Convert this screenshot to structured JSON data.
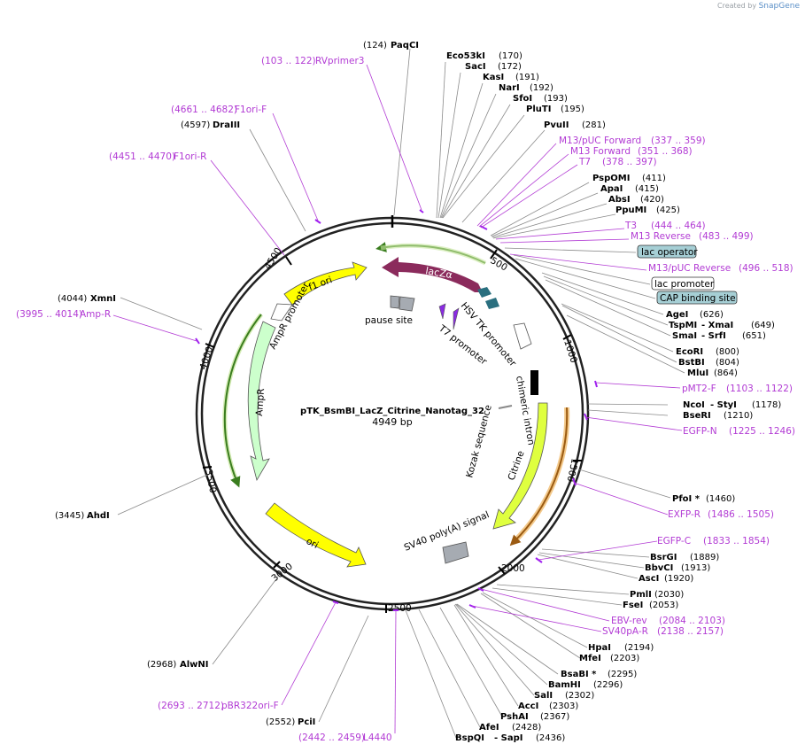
{
  "credit": {
    "prefix": "Created by",
    "brand": "SnapGene"
  },
  "plasmid": {
    "name": "pTK_BsmBI_LacZ_Citrine_Nanotag_32",
    "size": "4949 bp"
  },
  "ticks": [
    "500",
    "1000",
    "1500",
    "2000",
    "2500",
    "3000",
    "3500",
    "4000",
    "4500"
  ],
  "features": {
    "lacZa": "lacZα",
    "hsv_tk": "HSV TK promoter",
    "t7_promoter": "T7 promoter",
    "pause_site": "pause site",
    "chimeric_intron": "chimeric intron",
    "citrine": "Citrine",
    "kozak": "Kozak sequence",
    "sv40": "SV40 poly(A) signal",
    "ori": "ori",
    "ampr": "AmpR",
    "ampr_promoter": "AmpR promoter",
    "f1_ori": "f1 ori"
  },
  "boxed_features": [
    {
      "label": "lac operator",
      "color": "#a6cfd5"
    },
    {
      "label": "lac promoter",
      "color": "#ffffff"
    },
    {
      "label": "CAP binding site",
      "color": "#a6cfd5"
    }
  ],
  "right_labels": [
    {
      "pos": "(124)",
      "name": "PaqCI"
    },
    {
      "name": "Eco53kI",
      "pos": "(170)"
    },
    {
      "name": "SacI",
      "pos": "(172)"
    },
    {
      "name": "KasI",
      "pos": "(191)"
    },
    {
      "name": "NarI",
      "pos": "(192)"
    },
    {
      "name": "SfoI",
      "pos": "(193)"
    },
    {
      "name": "PluTI",
      "pos": "(195)"
    },
    {
      "name": "PvuII",
      "pos": "(281)"
    },
    {
      "name": "M13/pUC Forward",
      "pos": "(337 .. 359)",
      "primer": true
    },
    {
      "name": "M13 Forward",
      "pos": "(351 .. 368)",
      "primer": true
    },
    {
      "name": "T7",
      "pos": "(378 .. 397)",
      "primer": true
    },
    {
      "name": "PspOMI",
      "pos": "(411)"
    },
    {
      "name": "ApaI",
      "pos": "(415)"
    },
    {
      "name": "AbsI",
      "pos": "(420)"
    },
    {
      "name": "PpuMI",
      "pos": "(425)"
    },
    {
      "name": "T3",
      "pos": "(444 .. 464)",
      "primer": true
    },
    {
      "name": "M13 Reverse",
      "pos": "(483 .. 499)",
      "primer": true
    },
    {
      "name": "M13/pUC Reverse",
      "pos": "(496 .. 518)",
      "primer": true
    },
    {
      "name": "AgeI",
      "pos": "(626)"
    },
    {
      "name": "TspMI",
      "sep": "- XmaI",
      "pos": "(649)"
    },
    {
      "name": "SmaI",
      "sep": "- SrfI",
      "pos": "(651)"
    },
    {
      "name": "EcoRI",
      "pos": "(800)"
    },
    {
      "name": "BstBI",
      "pos": "(804)"
    },
    {
      "name": "MluI",
      "pos": "(864)"
    },
    {
      "name": "pMT2-F",
      "pos": "(1103 .. 1122)",
      "primer": true
    },
    {
      "name": "NcoI",
      "sep": "- StyI",
      "pos": "(1178)"
    },
    {
      "name": "BseRI",
      "pos": "(1210)"
    },
    {
      "name": "EGFP-N",
      "pos": "(1225 .. 1246)",
      "primer": true
    },
    {
      "name": "PfoI *",
      "pos": "(1460)"
    },
    {
      "name": "EXFP-R",
      "pos": "(1486 .. 1505)",
      "primer": true
    },
    {
      "name": "EGFP-C",
      "pos": "(1833 .. 1854)",
      "primer": true
    },
    {
      "name": "BsrGI",
      "pos": "(1889)"
    },
    {
      "name": "BbvCI",
      "pos": "(1913)"
    },
    {
      "name": "AscI",
      "pos": "(1920)"
    },
    {
      "name": "PmlI",
      "pos": "(2030)"
    },
    {
      "name": "FseI",
      "pos": "(2053)"
    },
    {
      "name": "EBV-rev",
      "pos": "(2084 .. 2103)",
      "primer": true
    },
    {
      "name": "SV40pA-R",
      "pos": "(2138 .. 2157)",
      "primer": true
    },
    {
      "name": "HpaI",
      "pos": "(2194)"
    },
    {
      "name": "MfeI",
      "pos": "(2203)"
    },
    {
      "name": "BsaBI *",
      "pos": "(2295)"
    },
    {
      "name": "BamHI",
      "pos": "(2296)"
    },
    {
      "name": "SalI",
      "pos": "(2302)"
    },
    {
      "name": "AccI",
      "pos": "(2303)"
    },
    {
      "name": "PshAI",
      "pos": "(2367)"
    },
    {
      "name": "AfeI",
      "pos": "(2428)"
    },
    {
      "name": "BspQI",
      "sep": "- SapI",
      "pos": "(2436)"
    },
    {
      "name": "L4440",
      "pos": "(2442 .. 2459)",
      "primer": true
    }
  ],
  "left_labels": [
    {
      "pos": "(103 .. 122)",
      "name": "RVprimer3",
      "primer": true
    },
    {
      "pos": "(4661 .. 4682)",
      "name": "F1ori-F",
      "primer": true
    },
    {
      "pos": "(4597)",
      "name": "DraIII"
    },
    {
      "pos": "(4451 .. 4470)",
      "name": "F1ori-R",
      "primer": true
    },
    {
      "pos": "(4044)",
      "name": "XmnI"
    },
    {
      "pos": "(3995 .. 4014)",
      "name": "Amp-R",
      "primer": true
    },
    {
      "pos": "(3445)",
      "name": "AhdI"
    },
    {
      "pos": "(2968)",
      "name": "AlwNI"
    },
    {
      "pos": "(2693 .. 2712)",
      "name": "pBR322ori-F",
      "primer": true
    },
    {
      "pos": "(2552)",
      "name": "PciI"
    }
  ]
}
